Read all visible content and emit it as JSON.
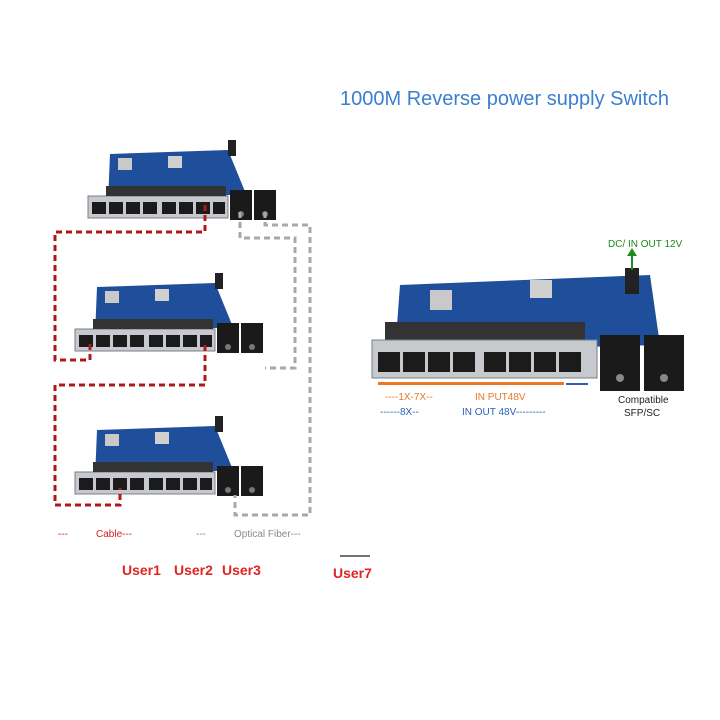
{
  "title": "1000M Reverse power supply Switch",
  "legend": {
    "cable_dash": "---",
    "cable_label": "Cable---",
    "fiber_dash": "---",
    "fiber_label": "Optical Fiber---"
  },
  "users": [
    "User1",
    "User2",
    "User3",
    "User7"
  ],
  "annotations": {
    "dc": "DC/ IN OUT 12V",
    "range_1x7x": "----1X-7X--",
    "input48": "IN PUT48V",
    "range_8x": "------8X--",
    "inout48": "IN OUT 48V---------",
    "compatible": "Compatible",
    "sfp": "SFP/SC"
  },
  "colors": {
    "title": "#3a7fd0",
    "cable": "#b01818",
    "fiber": "#a8a8a8",
    "board": "#1f4f9a",
    "port": "#cfd2d6",
    "accent_orange": "#e8782a",
    "accent_blue": "#2b5fbf"
  }
}
